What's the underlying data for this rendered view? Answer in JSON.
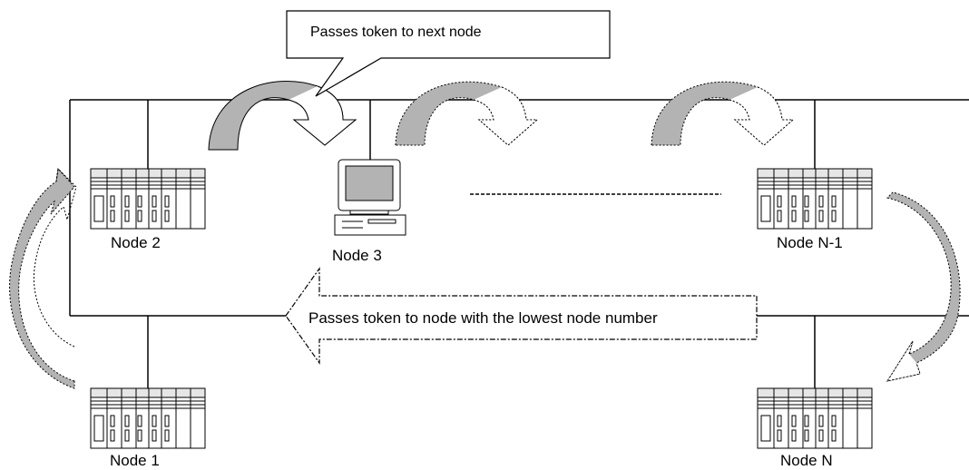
{
  "callouts": {
    "next_node": "Passes token to next node",
    "lowest_node": "Passes token to node with the lowest node number"
  },
  "nodes": {
    "node1": "Node 1",
    "node2": "Node 2",
    "node3": "Node 3",
    "node_n_minus_1": "Node N-1",
    "node_n": "Node N"
  },
  "icons": {
    "plc": "plc-rack-icon",
    "computer": "computer-icon"
  },
  "colors": {
    "arrow_fill": "#b3b3b3",
    "line": "#000000"
  }
}
